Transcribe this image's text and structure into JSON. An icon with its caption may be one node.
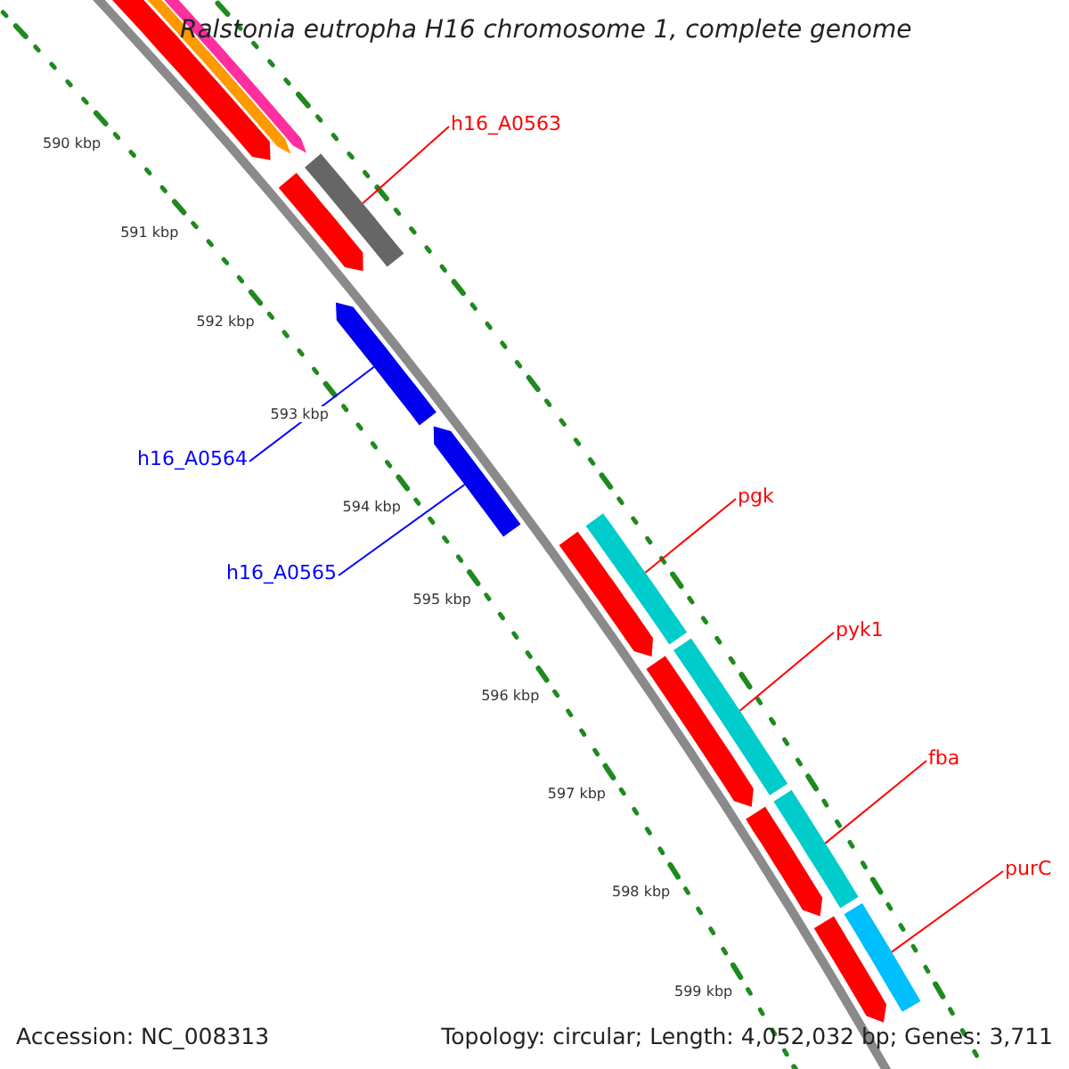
{
  "diagram": {
    "title": "Ralstonia eutropha H16 chromosome 1, complete genome",
    "nodes": [
      {
        "text": [
          "h16_A0563"
        ]
      },
      {
        "text": [],
        "shape": "bar"
      },
      {
        "text": [
          "h16_A0564"
        ]
      },
      {
        "text": [],
        "shape": "arrow"
      },
      {
        "text": [
          "h16_A0565"
        ]
      },
      {
        "text": [],
        "shape": "arrow"
      },
      {
        "text": [
          "pgk"
        ]
      },
      {
        "text": [],
        "shape": "bar"
      },
      {
        "text": [
          "pyk1"
        ]
      },
      {
        "text": [],
        "shape": "bar"
      },
      {
        "text": [
          "fba"
        ]
      },
      {
        "text": [],
        "shape": "bar"
      },
      {
        "text": [
          "purC"
        ]
      },
      {
        "text": [],
        "shape": "bar"
      },
      {
        "text": [],
        "shape": "arrow"
      },
      {
        "text": [],
        "shape": "arrow"
      },
      {
        "text": [],
        "shape": "arrow"
      },
      {
        "text": [],
        "shape": "arrow"
      },
      {
        "text": [],
        "shape": "arrow"
      },
      {
        "text": [],
        "shape": "arrow"
      },
      {
        "text": [],
        "shape": "arrow"
      },
      {
        "text": [],
        "shape": "arrow"
      }
    ],
    "edges": [
      {
        "from": 0,
        "to": 1,
        "arrow": "none"
      },
      {
        "from": 2,
        "to": 3,
        "arrow": "none",
        "color": "#0000ff"
      },
      {
        "from": 4,
        "to": 5,
        "arrow": "none",
        "color": "#0000ff"
      },
      {
        "from": 6,
        "to": 7,
        "arrow": "none"
      },
      {
        "from": 8,
        "to": 9,
        "arrow": "none"
      },
      {
        "from": 10,
        "to": 11,
        "arrow": "none"
      },
      {
        "from": 12,
        "to": 13,
        "arrow": "none"
      }
    ],
    "labels": [
      "590 kbp",
      "591 kbp",
      "592 kbp",
      "593 kbp",
      "594 kbp",
      "595 kbp",
      "596 kbp",
      "597 kbp",
      "598 kbp",
      "599 kbp",
      "Accession: NC_008313",
      "Topology: circular; Length: 4,052,032 bp; Genes: 3,711"
    ]
  }
}
